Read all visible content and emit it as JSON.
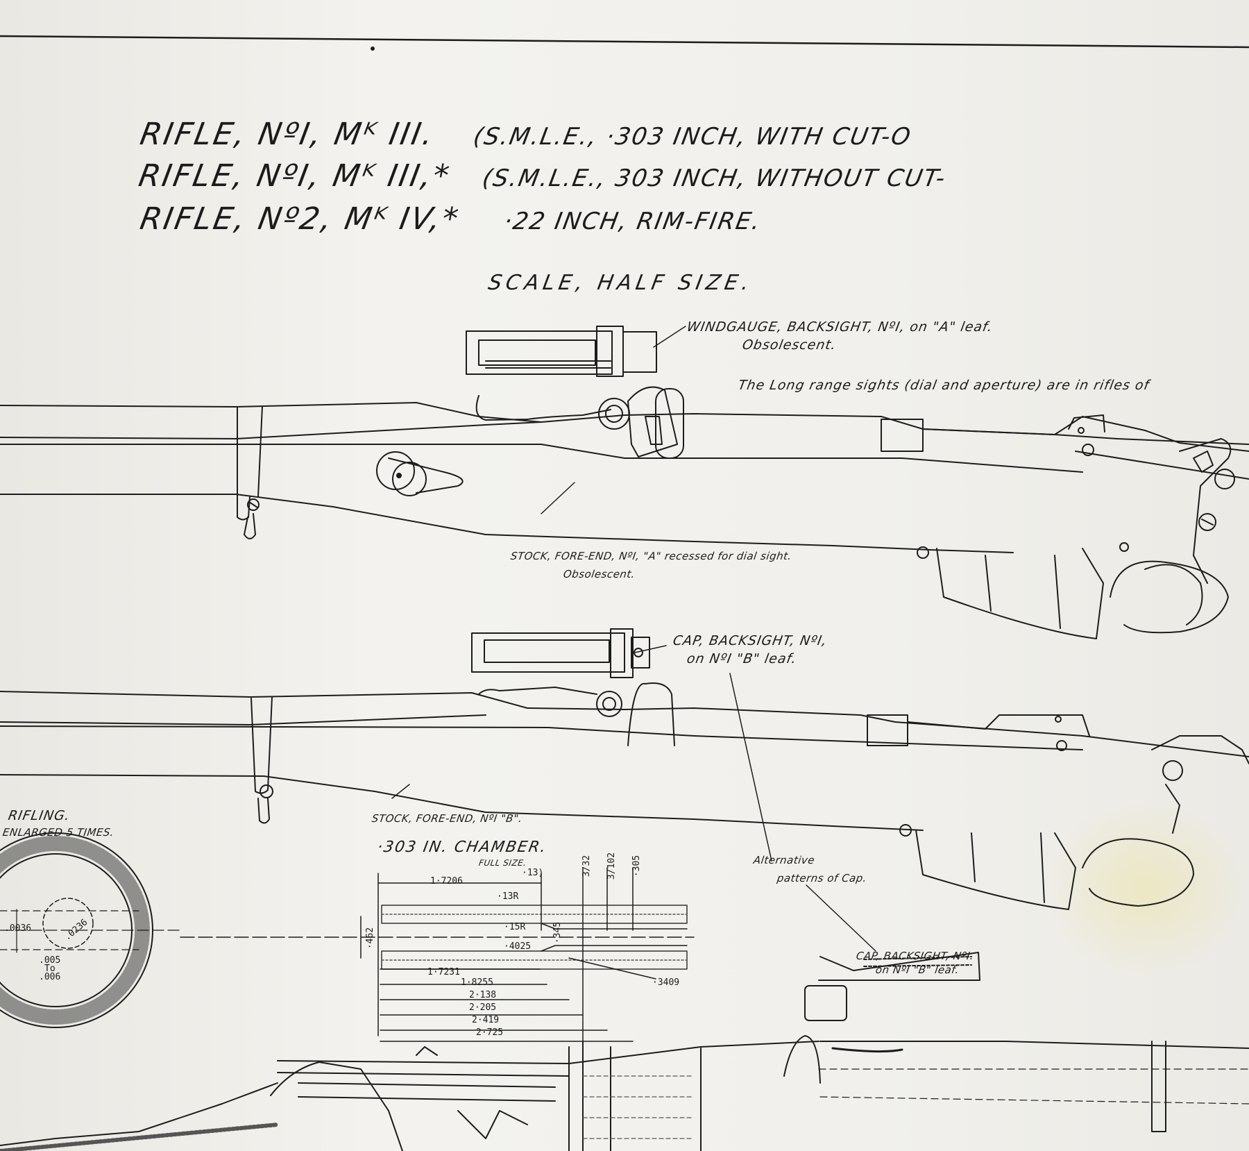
{
  "title": {
    "line1": {
      "model": "RIFLE, NºI, Mᴷ III.",
      "desc": "(S.M.L.E., ·303 INCH, WITH CUT-O"
    },
    "line2": {
      "model": "RIFLE, NºI, Mᴷ III,*",
      "desc": "(S.M.L.E., 303 INCH, WITHOUT CUT-"
    },
    "line3": {
      "model": "RIFLE, Nº2, Mᴷ IV,*",
      "desc": "·22 INCH, RIM-FIRE."
    }
  },
  "scale": "SCALE, HALF SIZE.",
  "callouts": {
    "windgauge": "WINDGAUGE, BACKSIGHT, NºI, on \"A\" leaf.",
    "windgauge_note": "Obsolescent.",
    "long_range_note": "The Long range sights (dial and aperture) are in rifles of",
    "stock_a": "STOCK, FORE-END, NºI, \"A\" recessed for dial sight.",
    "stock_a_note": "Obsolescent.",
    "cap_1": "CAP, BACKSIGHT, NºI,",
    "cap_1_sub": "on NºI \"B\" leaf.",
    "stock_b": "STOCK, FORE-END, NºI \"B\".",
    "alternative": "Alternative",
    "alternative_sub": "patterns of Cap.",
    "cap_2": "CAP, BACKSIGHT, NºI.",
    "cap_2_sub": "on NºI \"B\" leaf."
  },
  "rifling": {
    "title": "RIFLING.",
    "subtitle": "ENLARGED 5 TIMES.",
    "dims": [
      ".0036",
      ".0236",
      ".005",
      "To",
      ".006"
    ]
  },
  "chamber": {
    "title": "·303 IN. CHAMBER.",
    "subtitle": "FULL SIZE.",
    "dims_top": [
      "1·7206",
      "·13)",
      "3/32",
      "3/102",
      "·305"
    ],
    "dims_inner": [
      "·13R",
      "·15R",
      "·4025",
      "·345",
      "·462"
    ],
    "dims_bottom": [
      "1·7231",
      "1·8255",
      "2·138",
      "2·205",
      "2·419",
      "2·725"
    ],
    "dim_right": "·3409"
  }
}
